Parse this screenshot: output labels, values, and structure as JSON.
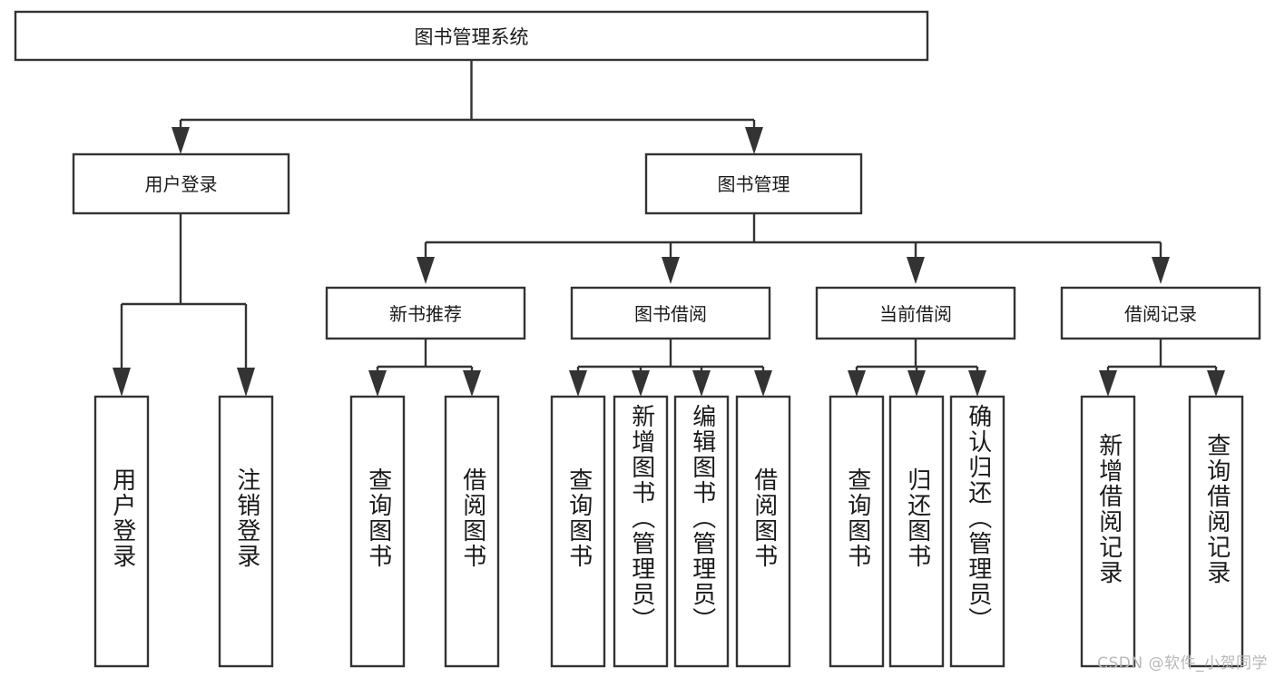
{
  "diagram": {
    "title": "图书管理系统",
    "type": "tree-hierarchy-diagram",
    "colors": {
      "box_stroke": "#333333",
      "box_fill": "#ffffff",
      "text": "#1a1a1a",
      "background": "#ffffff",
      "watermark": "#b8b8b8"
    },
    "root": {
      "label": "图书管理系统"
    },
    "level2": [
      {
        "label": "用户登录"
      },
      {
        "label": "图书管理"
      }
    ],
    "level3": [
      {
        "label": "新书推荐"
      },
      {
        "label": "图书借阅"
      },
      {
        "label": "当前借阅"
      },
      {
        "label": "借阅记录"
      }
    ],
    "leaves": {
      "user_login": [
        {
          "label": "用户登录"
        },
        {
          "label": "注销登录"
        }
      ],
      "new_book_recommend": [
        {
          "label": "查询图书"
        },
        {
          "label": "借阅图书"
        }
      ],
      "book_borrow": [
        {
          "label": "查询图书"
        },
        {
          "label": "新增图书（管理员）"
        },
        {
          "label": "编辑图书（管理员）"
        },
        {
          "label": "借阅图书"
        }
      ],
      "current_borrow": [
        {
          "label": "查询图书"
        },
        {
          "label": "归还图书"
        },
        {
          "label": "确认归还（管理员）"
        }
      ],
      "borrow_record": [
        {
          "label": "新增借阅记录"
        },
        {
          "label": "查询借阅记录"
        }
      ]
    }
  },
  "watermark": {
    "text": "CSDN @软件_小贺同学"
  }
}
